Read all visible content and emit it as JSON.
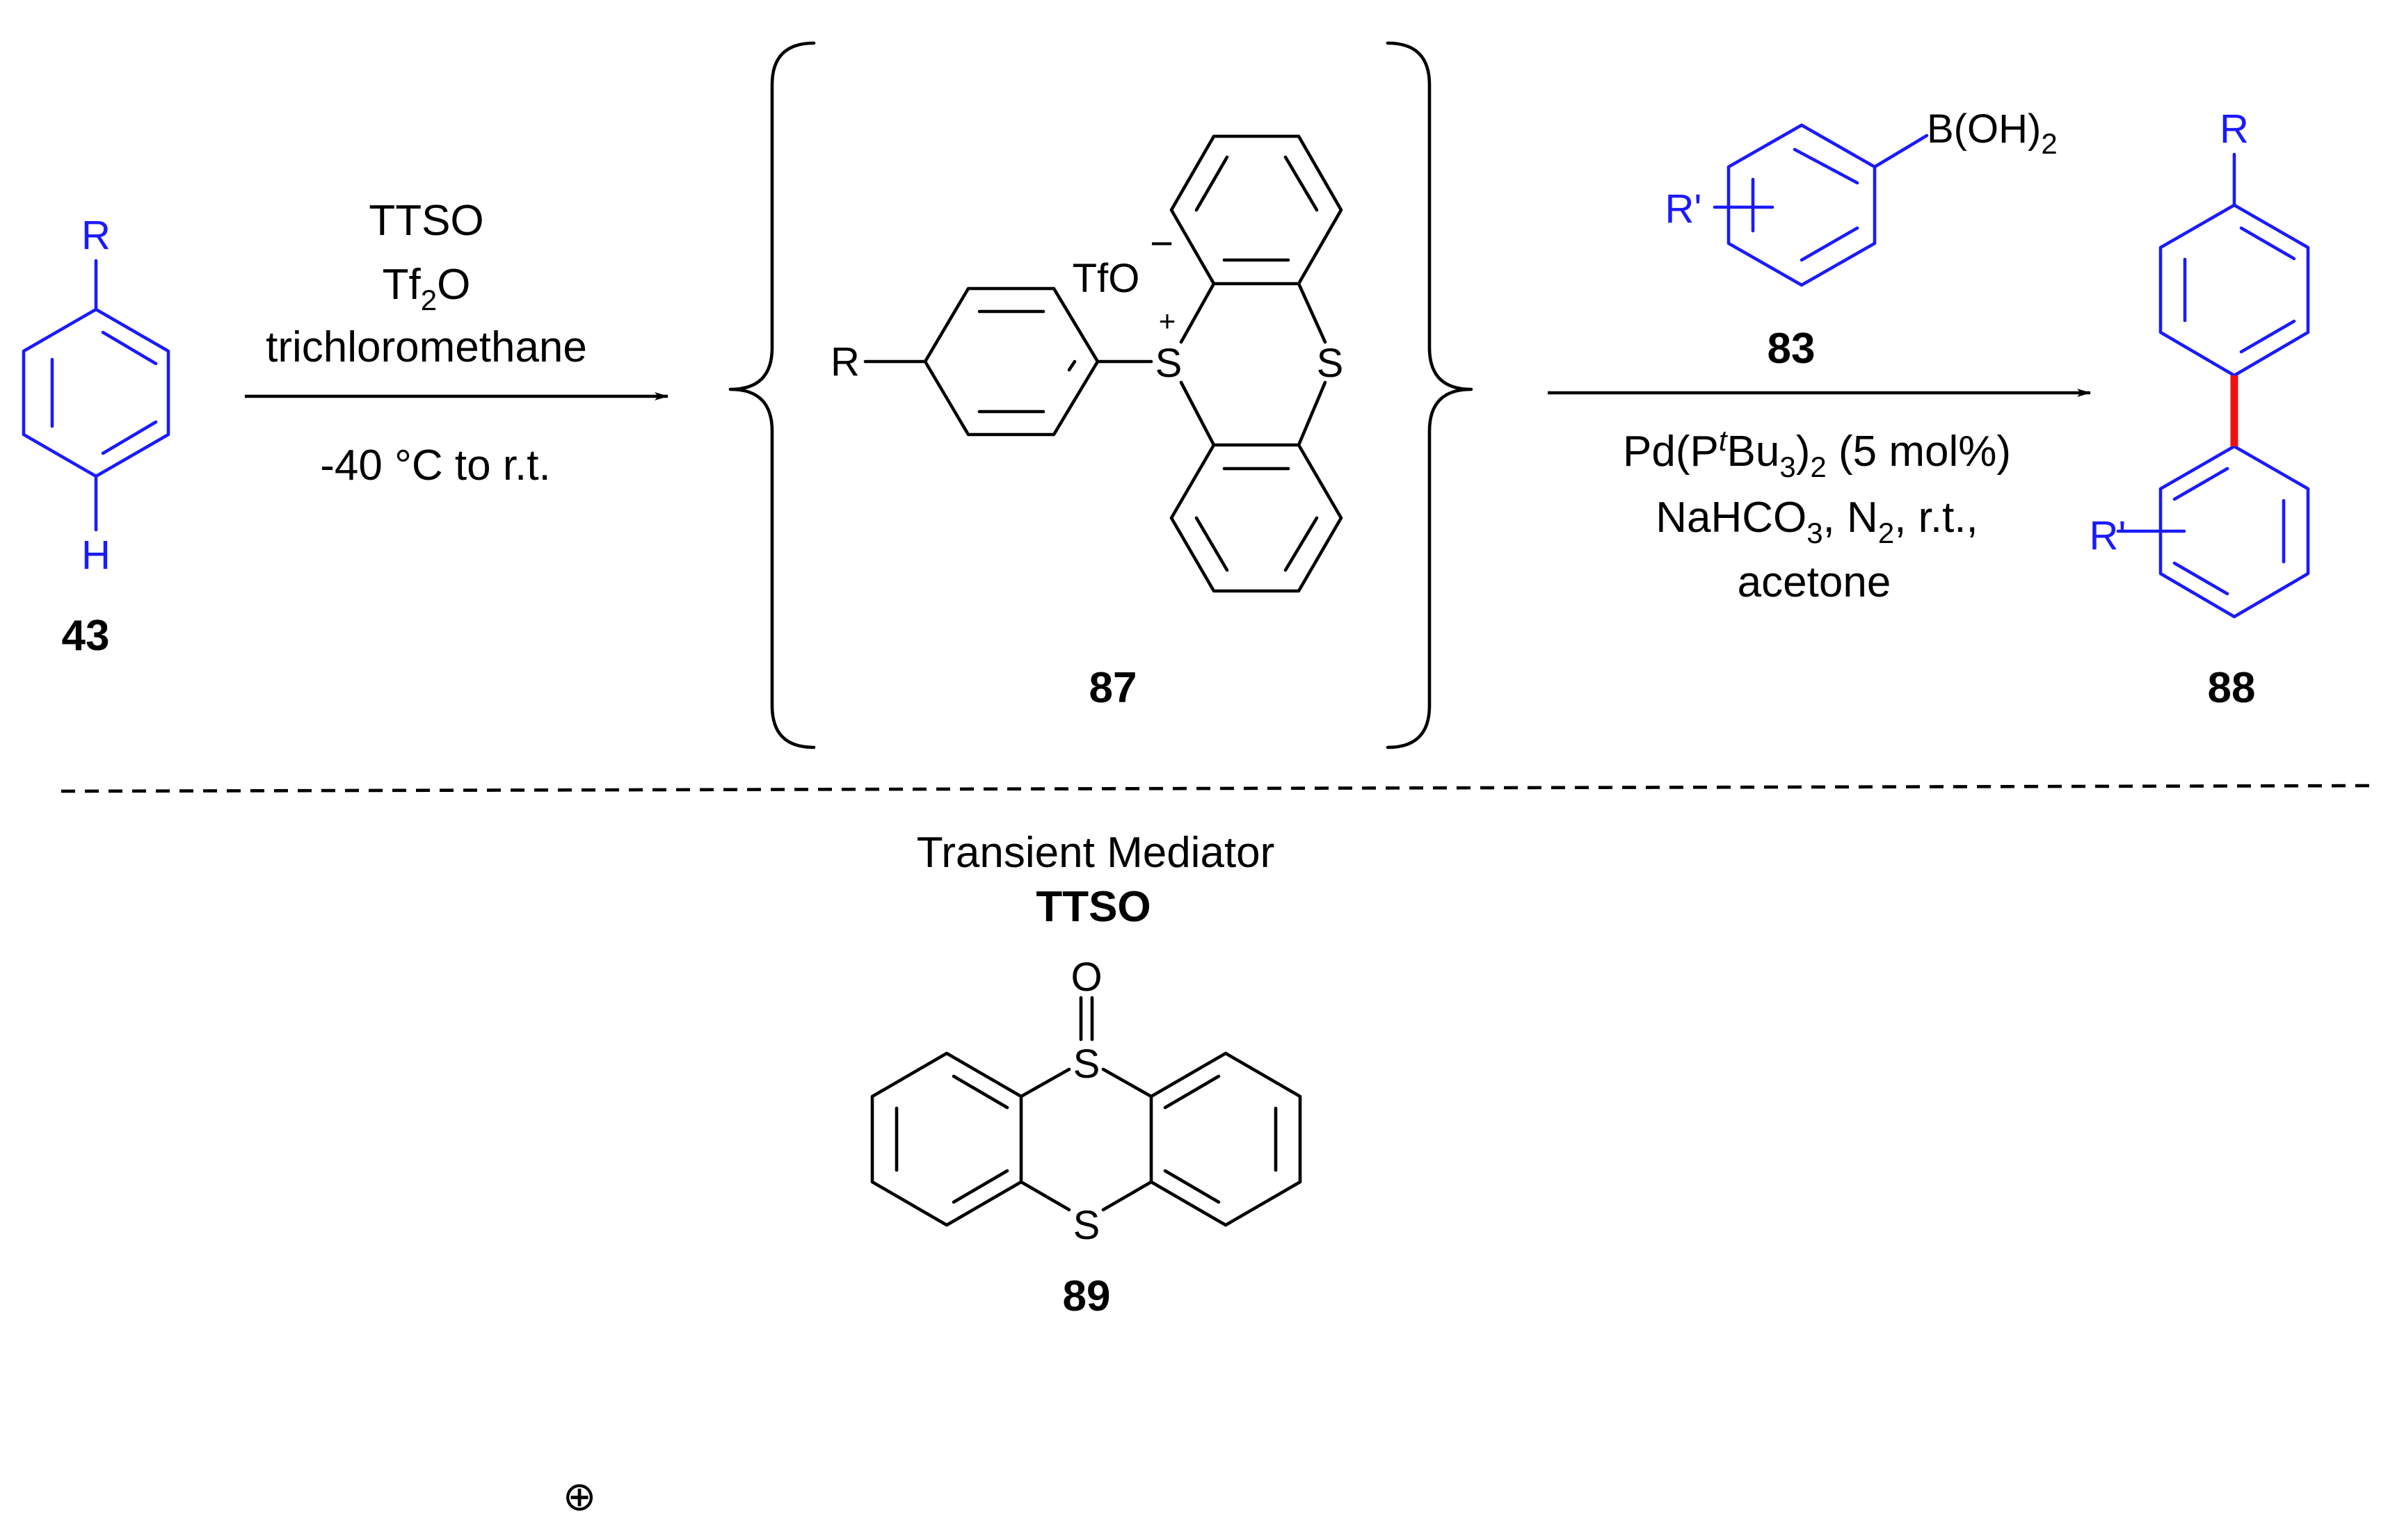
{
  "colors": {
    "accent_blue": "#1a1aff",
    "bond_red": "#ee1111",
    "ink": "#000000"
  },
  "compounds": {
    "c43": {
      "number": "43",
      "atom_top": "R",
      "atom_bottom": "H"
    },
    "c87": {
      "number": "87",
      "substituent": "R",
      "sulfonium": "S",
      "charge": "+",
      "ring_sulfur": "S",
      "counterion": "TfO",
      "counter_charge": "−"
    },
    "c83": {
      "number": "83",
      "boronic": "B(OH)",
      "boronic_sub": "2",
      "substituent": "R'"
    },
    "c88": {
      "number": "88",
      "atom_top": "R",
      "substituent": "R'"
    },
    "c89": {
      "number": "89",
      "oxygen": "O",
      "sulfur_top": "S",
      "sulfur_bottom": "S",
      "caption": "Transient Mediator",
      "caption_bold": "TTSO"
    }
  },
  "step1": {
    "reagent1": "TTSO",
    "reagent2_main": "Tf",
    "reagent2_sub": "2",
    "reagent2_end": "O",
    "solvent": "trichloromethane",
    "conditions": "-40 °C to r.t."
  },
  "step2": {
    "cat_a": "Pd(P",
    "cat_sup": "t",
    "cat_b": "Bu",
    "cat_sub1": "3",
    "cat_c": ")",
    "cat_sub2": "2",
    "cat_d": " (5 mol%)",
    "base_a": "NaHCO",
    "base_sub": "3",
    "base_b": ", N",
    "base_sub2": "2",
    "base_c": ", r.t.,",
    "solvent": "acetone"
  },
  "stray_symbol": "⊕"
}
